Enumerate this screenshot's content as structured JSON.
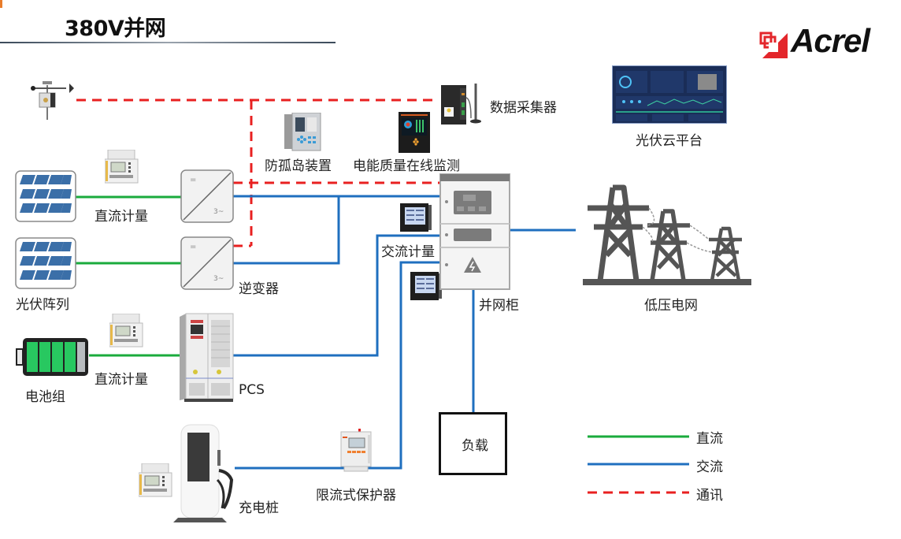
{
  "header": {
    "title": "380V并网",
    "brand": "Acrel"
  },
  "colors": {
    "dc_line": "#1aab3c",
    "ac_line": "#1f6fbf",
    "comm_line": "#e82020",
    "brand_red": "#e3262b",
    "tower_gray": "#555555"
  },
  "components": {
    "weather_station": {
      "icon": "weather-station-icon"
    },
    "data_collector": {
      "label": "数据采集器",
      "icon": "data-collector-icon"
    },
    "cloud_platform": {
      "label": "光伏云平台",
      "icon": "dashboard-screen-icon"
    },
    "anti_islanding": {
      "label": "防孤岛装置",
      "icon": "protection-relay-icon"
    },
    "power_quality": {
      "label": "电能质量在线监测",
      "icon": "power-quality-monitor-icon"
    },
    "dc_meter_pv": {
      "label": "直流计量",
      "icon": "din-rail-meter-icon"
    },
    "pv_array": {
      "label": "光伏阵列",
      "icon": "solar-panel-icon"
    },
    "inverter": {
      "label": "逆变器",
      "icon": "inverter-icon",
      "symbol_dc": "=",
      "symbol_ac": "3~"
    },
    "ac_meter": {
      "label": "交流计量",
      "icon": "panel-meter-icon"
    },
    "grid_cabinet": {
      "label": "并网柜",
      "icon": "switchgear-cabinet-icon"
    },
    "low_voltage_grid": {
      "label": "低压电网",
      "icon": "transmission-tower-icon"
    },
    "battery": {
      "label": "电池组",
      "icon": "battery-icon"
    },
    "dc_meter_battery": {
      "label": "直流计量",
      "icon": "din-rail-meter-icon"
    },
    "pcs": {
      "label": "PCS",
      "icon": "pcs-cabinet-icon"
    },
    "load": {
      "label": "负载"
    },
    "current_limiter": {
      "label": "限流式保护器",
      "icon": "current-limiter-icon"
    },
    "charging_pile": {
      "label": "充电桩",
      "icon": "ev-charger-icon"
    }
  },
  "legend": [
    {
      "label": "直流",
      "style": "solid",
      "color": "#1aab3c"
    },
    {
      "label": "交流",
      "style": "solid",
      "color": "#1f6fbf"
    },
    {
      "label": "通讯",
      "style": "dashed",
      "color": "#e82020"
    }
  ]
}
